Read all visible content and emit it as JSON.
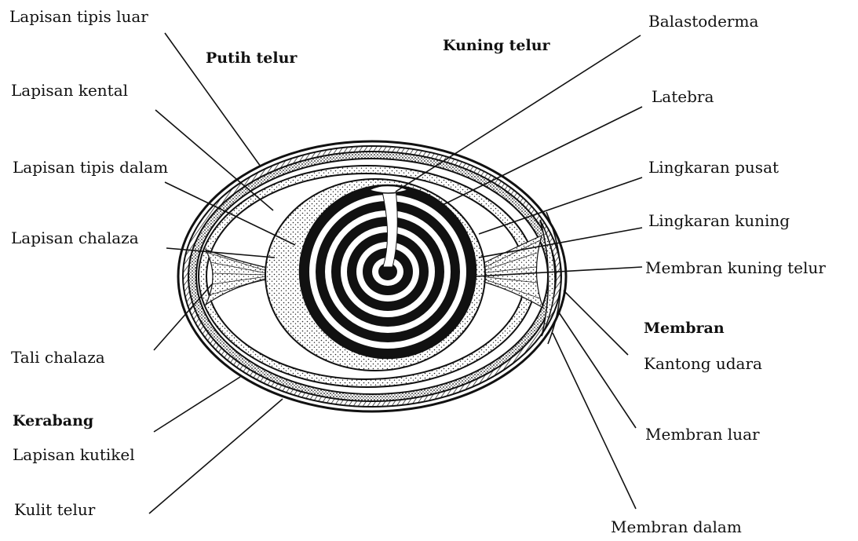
{
  "labels": {
    "lapisan_tipis_luar": "Lapisan tipis luar",
    "putih_telur": "Putih telur",
    "kuning_telur": "Kuning telur",
    "balastoderma": "Balastoderma",
    "lapisan_kental": "Lapisan kental",
    "latebra": "Latebra",
    "lapisan_tipis_dalam": "Lapisan tipis dalam",
    "lingkaran_pusat": "Lingkaran pusat",
    "lingkaran_kuning": "Lingkaran kuning",
    "lapisan_chalaza": "Lapisan chalaza",
    "membran_kuning_telur": "Membran kuning telur",
    "membran": "Membran",
    "tali_chalaza": "Tali chalaza",
    "kantong_udara": "Kantong udara",
    "kerabang": "Kerabang",
    "membran_luar": "Membran luar",
    "lapisan_kutikel": "Lapisan kutikel",
    "kulit_telur": "Kulit telur",
    "membran_dalam": "Membran dalam"
  }
}
